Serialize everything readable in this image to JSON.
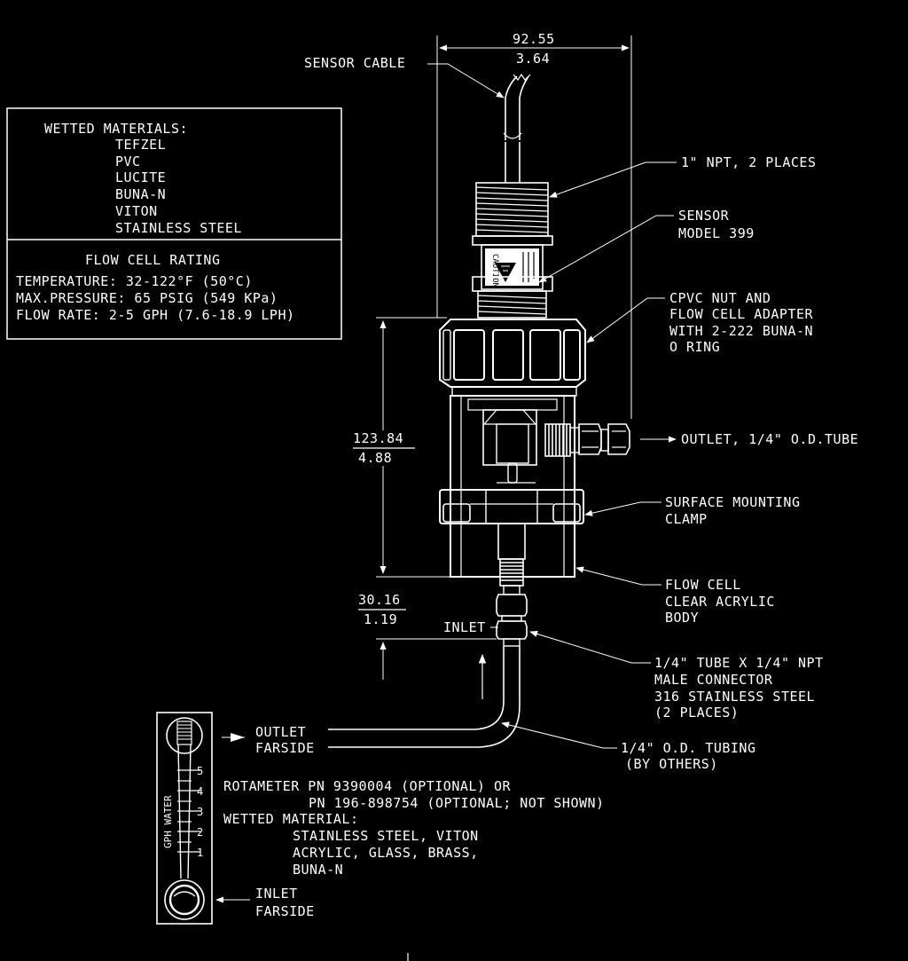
{
  "colors": {
    "background": "#000000",
    "ink": "#ffffff"
  },
  "materials_box": {
    "title": "WETTED MATERIALS:",
    "items": [
      "TEFZEL",
      "PVC",
      "LUCITE",
      "BUNA-N",
      "VITON",
      "STAINLESS STEEL"
    ],
    "rating_title": "FLOW CELL RATING",
    "rating_lines": [
      "TEMPERATURE: 32-122°F (50°C)",
      "MAX.PRESSURE: 65 PSIG (549 KPa)",
      "FLOW RATE: 2-5 GPH (7.6-18.9 LPH)"
    ]
  },
  "dimensions": {
    "width_mm": "92.55",
    "width_in": "3.64",
    "height_mm": "123.84",
    "height_in": "4.88",
    "inlet_mm": "30.16",
    "inlet_in": "1.19"
  },
  "callouts": {
    "sensor_cable": "SENSOR CABLE",
    "npt": "1\" NPT, 2 PLACES",
    "sensor_model": [
      "SENSOR",
      "MODEL 399"
    ],
    "cpvc_nut": [
      "CPVC NUT AND",
      "FLOW CELL ADAPTER",
      "WITH 2-222 BUNA-N",
      "O RING"
    ],
    "outlet_tube": "OUTLET, 1/4\" O.D.TUBE",
    "clamp": [
      "SURFACE MOUNTING",
      "CLAMP"
    ],
    "flow_cell": [
      "FLOW CELL",
      "CLEAR ACRYLIC",
      "BODY"
    ],
    "inlet": "INLET",
    "male_connector": [
      "1/4\" TUBE X 1/4\" NPT",
      "MALE CONNECTOR",
      "316 STAINLESS STEEL",
      "(2 PLACES)"
    ],
    "tubing": [
      "1/4\" O.D. TUBING",
      "(BY OTHERS)"
    ],
    "outlet_farside": [
      "OUTLET",
      "FARSIDE"
    ],
    "inlet_farside": [
      "INLET",
      "FARSIDE"
    ]
  },
  "sensor_label": {
    "caution": "CAUTION"
  },
  "rotameter": {
    "gauge_label": "GPH WATER",
    "scale": [
      "5",
      "4",
      "3",
      "2",
      "1"
    ],
    "note_lines": [
      "ROTAMETER PN 9390004 (OPTIONAL) OR",
      "PN 196-898754 (OPTIONAL; NOT SHOWN)",
      "WETTED MATERIAL:",
      "STAINLESS STEEL, VITON",
      "ACRYLIC,  GLASS, BRASS,",
      "BUNA-N"
    ]
  }
}
